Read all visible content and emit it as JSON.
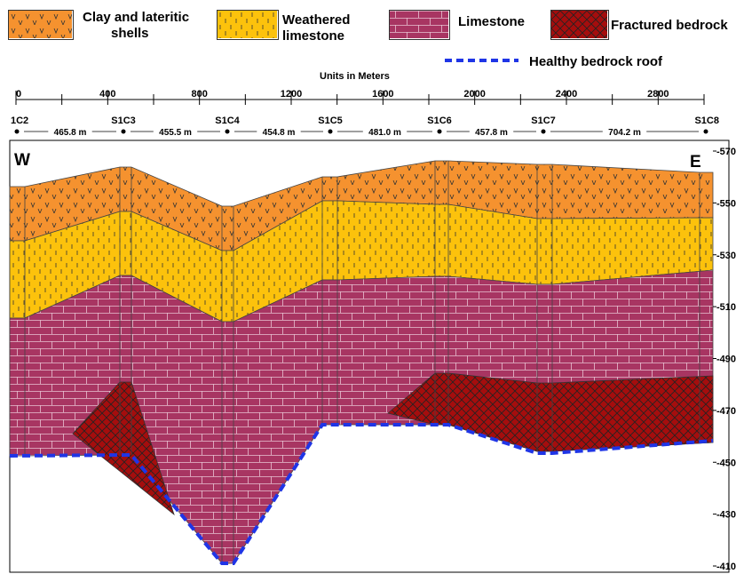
{
  "legend": {
    "items": [
      {
        "label_line1": "Clay and lateritic",
        "label_line2": "shells",
        "color": "#f5922f",
        "pattern": "v"
      },
      {
        "label_line1": "Weathered",
        "label_line2": "limestone",
        "color": "#fcc20c",
        "pattern": "dash-vertical"
      },
      {
        "label_line1": "Limestone",
        "label_line2": "",
        "color": "#a83562",
        "pattern": "brick"
      },
      {
        "label_line1": "Fractured bedrock",
        "label_line2": "",
        "color": "#a50d0d",
        "pattern": "crosshatch"
      }
    ],
    "roof_label": "Healthy bedrock roof",
    "roof_color": "#1f35e6"
  },
  "scale": {
    "title": "Units in Meters",
    "ticks": [
      "0",
      "400",
      "800",
      "1200",
      "1600",
      "2000",
      "2400",
      "2800"
    ]
  },
  "stations": {
    "names": [
      "1C2",
      "S1C3",
      "S1C4",
      "S1C5",
      "S1C6",
      "S1C7",
      "S1C8"
    ],
    "distances": [
      "465.8 m",
      "455.5 m",
      "454.8 m",
      "481.0 m",
      "457.8 m",
      "704.2 m"
    ]
  },
  "section": {
    "west_label": "W",
    "east_label": "E",
    "elevation_ticks": [
      "-570",
      "-550",
      "-530",
      "-510",
      "-490",
      "-470",
      "-450",
      "-430",
      "-410"
    ]
  }
}
